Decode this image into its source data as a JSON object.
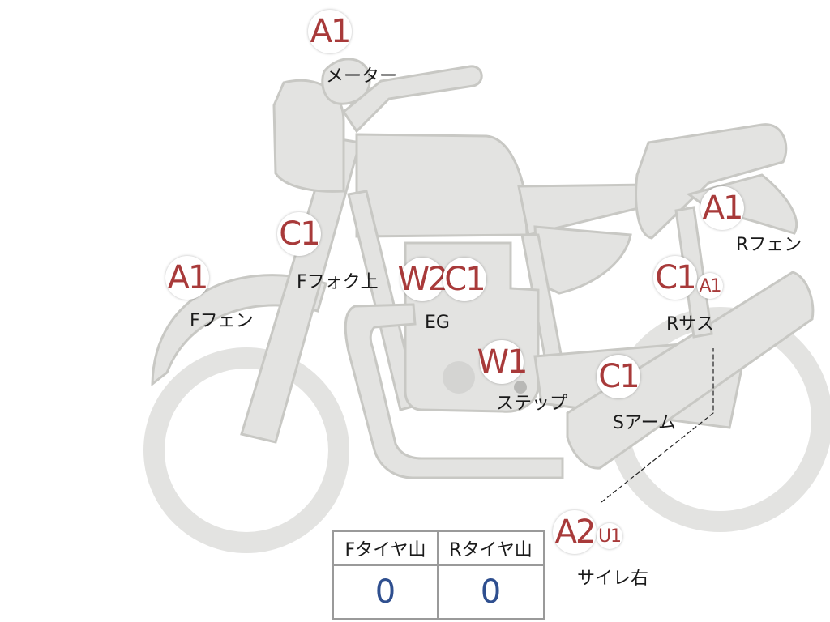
{
  "colors": {
    "body_fill": "#e3e3e1",
    "body_stroke": "#c8c8c4",
    "grade_text": "#a83a3a",
    "tread_value": "#2f4f8f"
  },
  "parts": {
    "meter": {
      "grade": "A1",
      "label": "メーター"
    },
    "fork_upper": {
      "grade": "C1",
      "label": "Fフォク上"
    },
    "front_fender": {
      "grade": "A1",
      "label": "Fフェン"
    },
    "engine": {
      "grades": [
        "W2",
        "C1"
      ],
      "label": "EG"
    },
    "step": {
      "grade": "W1",
      "label": "ステップ"
    },
    "swingarm": {
      "grade": "C1",
      "label": "Sアーム"
    },
    "rear_shock": {
      "grades": [
        "C1",
        "A1"
      ],
      "label": "Rサス"
    },
    "rear_fender": {
      "grade": "A1",
      "label": "Rフェン"
    },
    "muffler_right": {
      "grades": [
        "A2",
        "U1"
      ],
      "label": "サイレ右"
    }
  },
  "tread_table": {
    "front_header": "Fタイヤ山",
    "rear_header": "Rタイヤ山",
    "front_value": "0",
    "rear_value": "0"
  }
}
